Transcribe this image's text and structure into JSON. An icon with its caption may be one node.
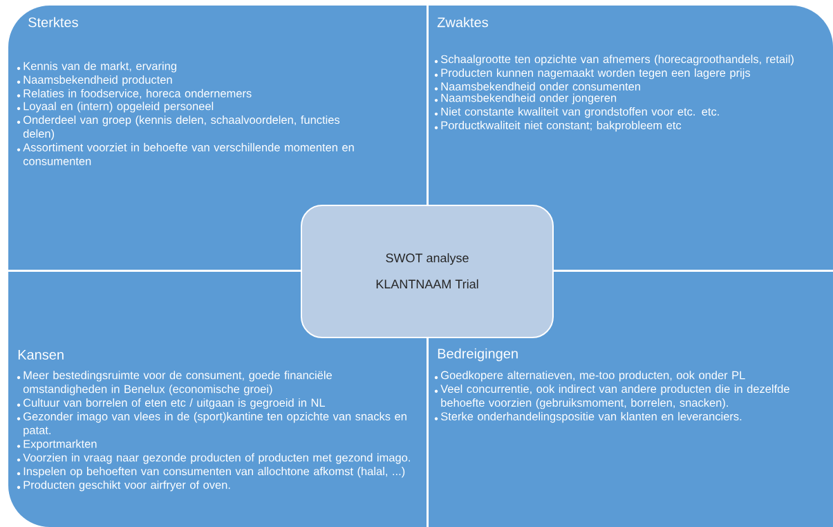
{
  "diagram": {
    "nodes": [
      {
        "text": [
          "Sterktes",
          "Kennis van de markt, ervaring",
          "Naamsbekendheid producten",
          "Relaties in foodservice, horeca ondernemers",
          "Loyaal en (intern) opgeleid personeel",
          "Onderdeel van groep (kennis delen, schaalvoordelen, functies delen)",
          "Assortiment voorziet in behoefte van verschillende momenten en consumenten"
        ]
      },
      {
        "text": [
          "Zwaktes",
          "Schaalgrootte ten opzichte van afnemers (horecagroothandels, retail)",
          "Producten kunnen nagemaakt worden tegen een lagere prijs",
          "Naamsbekendheid onder consumenten",
          "Naamsbekendheid onder jongeren",
          "Niet constante kwaliteit van grondstoffen voor etc. etc.",
          "Porductkwaliteit niet constant; bakprobleem etc"
        ]
      },
      {
        "text": [
          "SWOT analyse",
          "KLANTNAAM Trial"
        ]
      },
      {
        "text": [
          "Kansen",
          "Meer bestedingsruimte voor de consument, goede financiële omstandigheden in Benelux (economische groei)",
          "Cultuur van borrelen of eten etc /  uitgaan is gegroeid in NL",
          "Gezonder imago van vlees in de (sport)kantine ten opzichte van snacks en patat.",
          "Exportmarkten",
          "Voorzien in vraag naar gezonde producten of producten met gezond imago.",
          "Inspelen op behoeften van consumenten van allochtone afkomst (halal, ...)",
          "Producten geschikt voor airfryer of oven."
        ]
      },
      {
        "text": [
          "Bedreigingen",
          "Goedkopere alternatieven, me-too producten, ook onder PL",
          "Veel concurrentie, ook indirect van andere producten die in dezelfde behoefte voorzien (gebruiksmoment, borrelen, snacken).",
          "Sterke onderhandelingspositie van klanten en leveranciers."
        ]
      }
    ]
  }
}
